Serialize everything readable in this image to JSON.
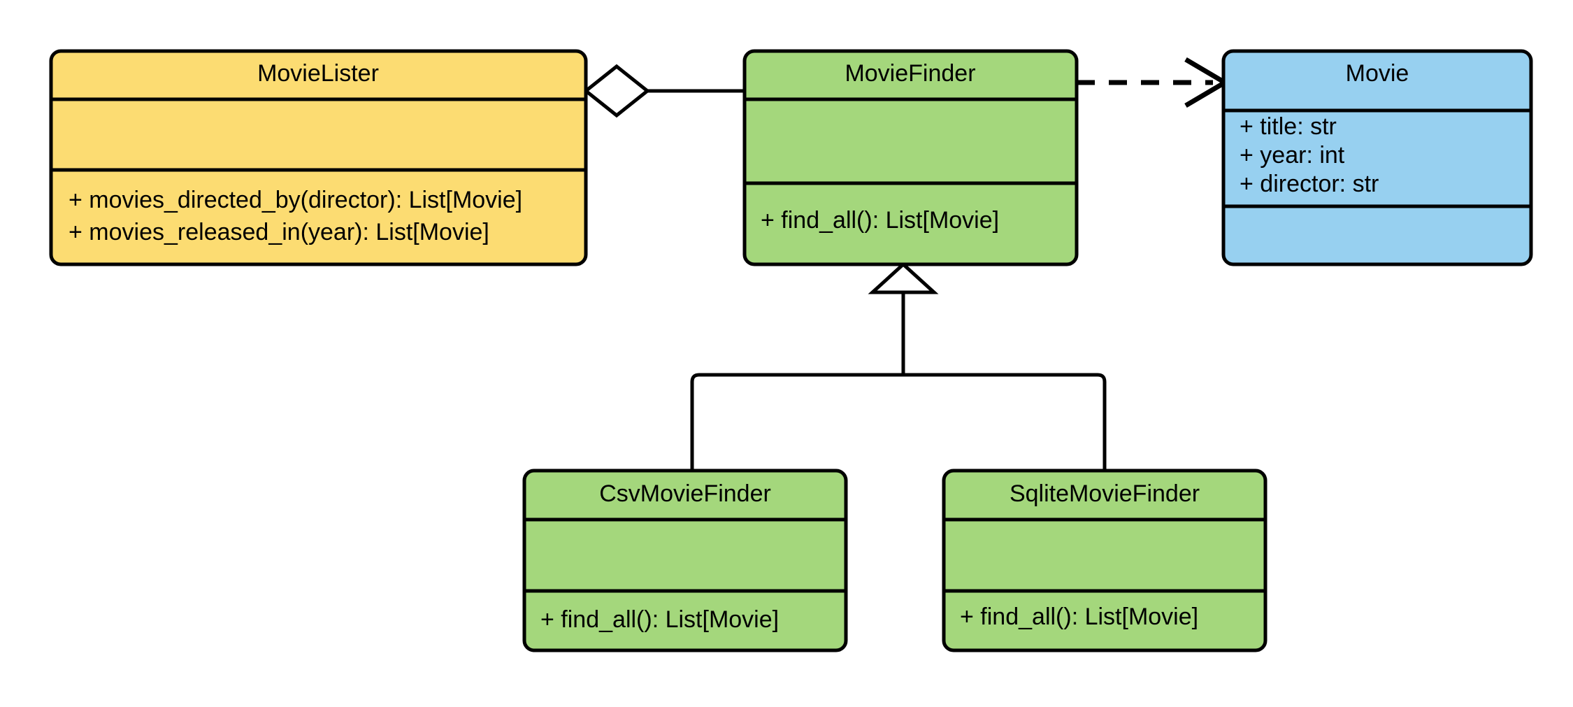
{
  "diagram": {
    "kind": "uml-class-diagram",
    "background_color": "#ffffff",
    "line_color": "#000000",
    "colors": {
      "yellow": "#FCDC72",
      "green": "#A4D77C",
      "blue": "#97D0F0",
      "white": "#ffffff",
      "black": "#000000"
    },
    "classes": [
      {
        "id": "movie-lister",
        "name": "MovieLister",
        "fill": "#FCDC72",
        "attributes": [],
        "methods": [
          "+ movies_directed_by(director): List[Movie]",
          "+ movies_released_in(year): List[Movie]"
        ]
      },
      {
        "id": "movie-finder",
        "name": "MovieFinder",
        "fill": "#A4D77C",
        "attributes": [],
        "methods": [
          "+ find_all(): List[Movie]"
        ]
      },
      {
        "id": "movie",
        "name": "Movie",
        "fill": "#97D0F0",
        "attributes": [
          "+ title: str",
          "+ year: int",
          "+ director: str"
        ],
        "methods": []
      },
      {
        "id": "csv-movie-finder",
        "name": "CsvMovieFinder",
        "fill": "#A4D77C",
        "attributes": [],
        "methods": [
          "+ find_all(): List[Movie]"
        ]
      },
      {
        "id": "sqlite-movie-finder",
        "name": "SqliteMovieFinder",
        "fill": "#A4D77C",
        "attributes": [],
        "methods": [
          "+ find_all(): List[Movie]"
        ]
      }
    ],
    "relationships": [
      {
        "id": "lister-aggregates-finder",
        "type": "aggregation",
        "source": "MovieLister",
        "target": "MovieFinder",
        "marker": "hollow-diamond",
        "line_style": "solid"
      },
      {
        "id": "finder-depends-movie",
        "type": "dependency",
        "source": "MovieFinder",
        "target": "Movie",
        "marker": "open-arrow",
        "line_style": "dashed"
      },
      {
        "id": "csv-inherits-finder",
        "type": "generalization",
        "source": "CsvMovieFinder",
        "target": "MovieFinder",
        "marker": "hollow-triangle",
        "line_style": "solid"
      },
      {
        "id": "sqlite-inherits-finder",
        "type": "generalization",
        "source": "SqliteMovieFinder",
        "target": "MovieFinder",
        "marker": "hollow-triangle",
        "line_style": "solid"
      }
    ]
  }
}
